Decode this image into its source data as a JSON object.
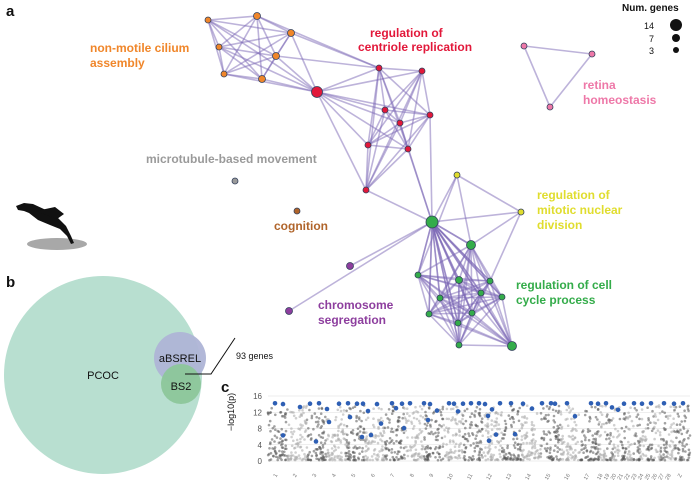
{
  "panels": {
    "a": "a",
    "b": "b",
    "c": "c"
  },
  "legend": {
    "title": "Num. genes",
    "sizes": [
      "14",
      "7",
      "3"
    ]
  },
  "clusters": [
    {
      "id": "cilium",
      "lines": [
        "non-motile cilium",
        "assembly"
      ],
      "color": "#f0862a"
    },
    {
      "id": "centriole",
      "lines": [
        "regulation of",
        "centriole replication"
      ],
      "color": "#e2183a"
    },
    {
      "id": "retina",
      "lines": [
        "retina",
        "homeostasis"
      ],
      "color": "#ee78a8"
    },
    {
      "id": "microtubule",
      "lines": [
        "microtubule-based movement"
      ],
      "color": "#9a9a9a"
    },
    {
      "id": "mitotic",
      "lines": [
        "regulation of",
        "mitotic nuclear",
        "division"
      ],
      "color": "#e0dd2e"
    },
    {
      "id": "cognition",
      "lines": [
        "cognition"
      ],
      "color": "#b0642a"
    },
    {
      "id": "cellcycle",
      "lines": [
        "regulation of cell",
        "cycle process"
      ],
      "color": "#34ac4a"
    },
    {
      "id": "chromosome",
      "lines": [
        "chromosome",
        "segregation"
      ],
      "color": "#8d3e9e"
    }
  ],
  "venn": {
    "sets": [
      {
        "name": "PCOC",
        "color": "#b8dfd0"
      },
      {
        "name": "aBSREL",
        "color": "#aeb4d6"
      },
      {
        "name": "BS2",
        "color": "#8cc69a"
      }
    ],
    "annotation": "93 genes"
  },
  "manhattan": {
    "ylabel": "−log10(p)",
    "y_ticks": [
      "0",
      "4",
      "8",
      "12",
      "16"
    ],
    "ylim": [
      0,
      16
    ],
    "chromosomes": [
      "1",
      "2",
      "3",
      "4",
      "5",
      "6",
      "7",
      "8",
      "9",
      "10",
      "11",
      "12",
      "13",
      "14",
      "15",
      "16",
      "17",
      "18",
      "19",
      "20",
      "21",
      "22",
      "23",
      "24",
      "25",
      "26",
      "27",
      "28",
      "Z"
    ],
    "highlight_color": "#2e5fb4"
  },
  "colors": {
    "edge": "#7b68b6"
  }
}
